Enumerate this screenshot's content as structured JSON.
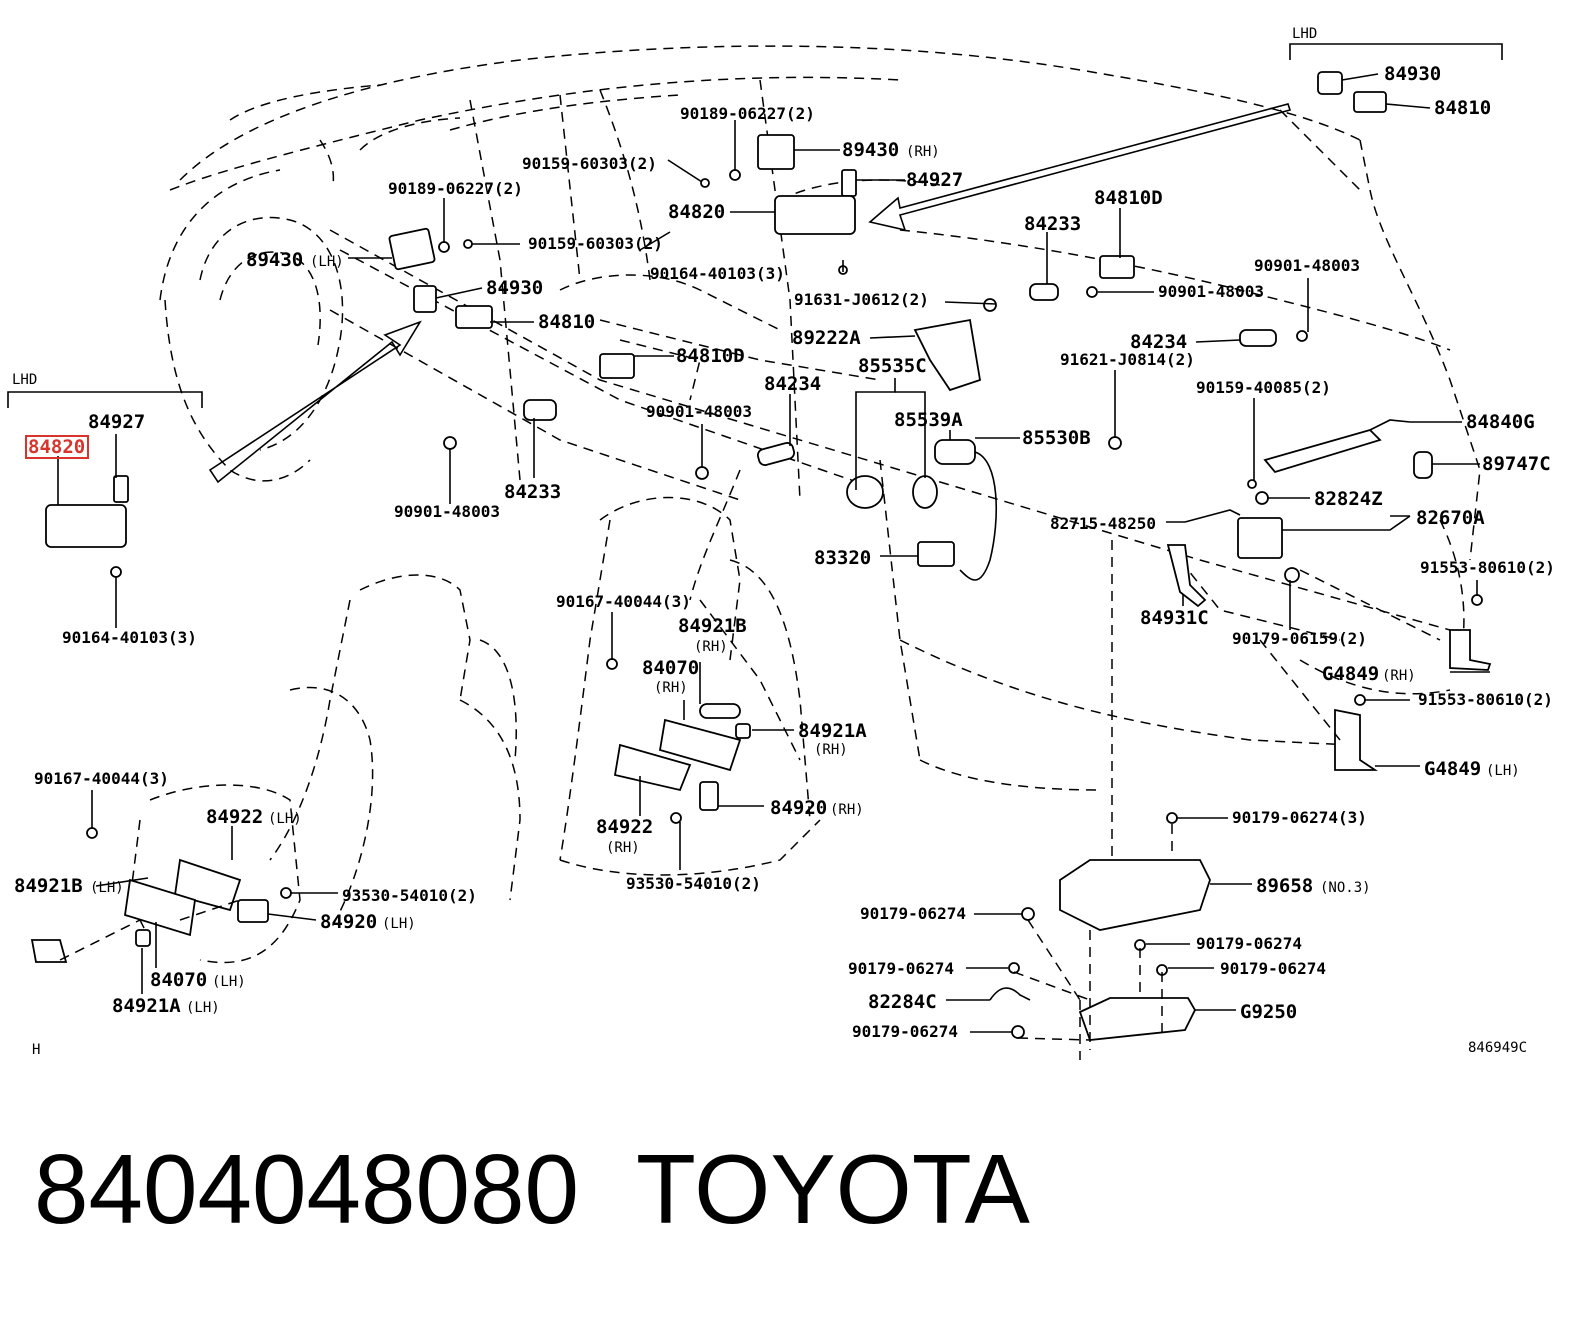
{
  "diagram": {
    "lhd_tag_left": "LHD",
    "lhd_tag_right": "LHD",
    "corner_mark": "H",
    "figure_code": "846949C",
    "highlighted_part": "84820",
    "labels": {
      "l84930_rt": "84930",
      "l84810_rt": "84810",
      "l90189_top": "90189-06227(2)",
      "l89430rh": "89430",
      "l89430rh_q": "(RH)",
      "l90159_top": "90159-60303(2)",
      "l84927_top": "84927",
      "l90189_mid": "90189-06227(2)",
      "l84820_mid": "84820",
      "l84810d_top": "84810D",
      "l84233_top": "84233",
      "l89430lh": "89430",
      "l89430lh_q": "(LH)",
      "l90159_mid": "90159-60303(2)",
      "l90164_mid": "90164-40103(3)",
      "l90901_r1": "90901-48003",
      "l90901_r2": "90901-48003",
      "l84930_mid": "84930",
      "l91631": "91631-J0612(2)",
      "l84810_mid": "84810",
      "l89222a": "89222A",
      "l84234_r": "84234",
      "l84810d_mid": "84810D",
      "l85535c": "85535C",
      "l91621": "91621-J0814(2)",
      "l84234_mid": "84234",
      "l90159_40085": "90159-40085(2)",
      "l90901_mid": "90901-48003",
      "l85539a": "85539A",
      "l84840g": "84840G",
      "l85530b": "85530B",
      "l89747c": "89747C",
      "l84927_left": "84927",
      "l84820_left": "84820",
      "l84233_mid": "84233",
      "l82824z": "82824Z",
      "l82715": "82715-48250",
      "l82670a": "82670A",
      "l90901_low": "90901-48003",
      "l83320": "83320",
      "l91553_a": "91553-80610(2)",
      "l90167_mid": "90167-40044(3)",
      "l84931c": "84931C",
      "l84921b_rh": "84921B",
      "l84921b_rh_q": "(RH)",
      "l90179_06159": "90179-06159(2)",
      "l90164_left": "90164-40103(3)",
      "l84070_rh": "84070",
      "l84070_rh_q": "(RH)",
      "l g4849rh": "G4849",
      "lg4849rh": "G4849",
      "lg4849rh_q": "(RH)",
      "l91553_b": "91553-80610(2)",
      "l84921a_rh": "84921A",
      "l84921a_rh_q": "(RH)",
      "lg4849lh": "G4849",
      "lg4849lh_q": "(LH)",
      "l90167_left": "90167-40044(3)",
      "l84922_lh": "84922",
      "l84922_lh_q": "(LH)",
      "l84920_rh": "84920",
      "l84920_rh_q": "(RH)",
      "l90179_06274_3": "90179-06274(3)",
      "l84922_rh": "84922",
      "l84922_rh_q": "(RH)",
      "l84921b_lh": "84921B",
      "l84921b_lh_q": "(LH)",
      "l93530_left": "93530-54010(2)",
      "l93530_mid": "93530-54010(2)",
      "l89658": "89658",
      "l89658_q": "(NO.3)",
      "l84920_lh": "84920",
      "l84920_lh_q": "(LH)",
      "l90179_a": "90179-06274",
      "l90179_b": "90179-06274",
      "l90179_c": "90179-06274",
      "l90179_d": "90179-06274",
      "l90179_e": "90179-06274",
      "l84070_lh": "84070",
      "l84070_lh_q": "(LH)",
      "l82284c": "82284C",
      "lg9250": "G9250",
      "l84921a_lh": "84921A",
      "l84921a_lh_q": "(LH)"
    }
  },
  "footer": {
    "part_number": "8404048080",
    "brand": "TOYOTA"
  }
}
